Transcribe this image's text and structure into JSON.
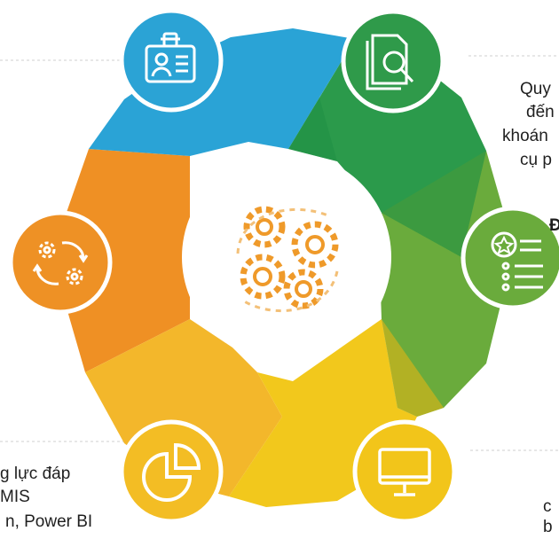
{
  "diagram": {
    "segment_colors": {
      "blue": "#2aa3d6",
      "green_dark": "#2b9a4b",
      "green_light": "#6aab3c",
      "yellow": "#f2c81c",
      "yellow_orange": "#f3b72b",
      "orange": "#ef9024"
    },
    "center_icon": "gears-icon",
    "nodes": [
      {
        "id": "blue",
        "icon": "id-badge-icon",
        "color": "#2ba3d5"
      },
      {
        "id": "green-dark",
        "icon": "document-search-icon",
        "color": "#2f9a4a"
      },
      {
        "id": "green-light",
        "icon": "checklist-award-icon",
        "color": "#6aab3c"
      },
      {
        "id": "yellow",
        "icon": "monitor-icon",
        "color": "#f2c51a"
      },
      {
        "id": "yellow-orange",
        "icon": "pie-chart-icon",
        "color": "#f3bd24"
      },
      {
        "id": "orange",
        "icon": "gear-cycle-icon",
        "color": "#ee9125"
      }
    ]
  },
  "side_text": {
    "top_right_lines": [
      "Quy",
      "đến",
      "khoán",
      "cụ p"
    ],
    "right_fragment": "Đ",
    "bottom_left_lines": [
      "g lực đáp",
      "MIS",
      "n, Power BI"
    ],
    "bottom_right_lines": [
      "c",
      "b"
    ]
  }
}
